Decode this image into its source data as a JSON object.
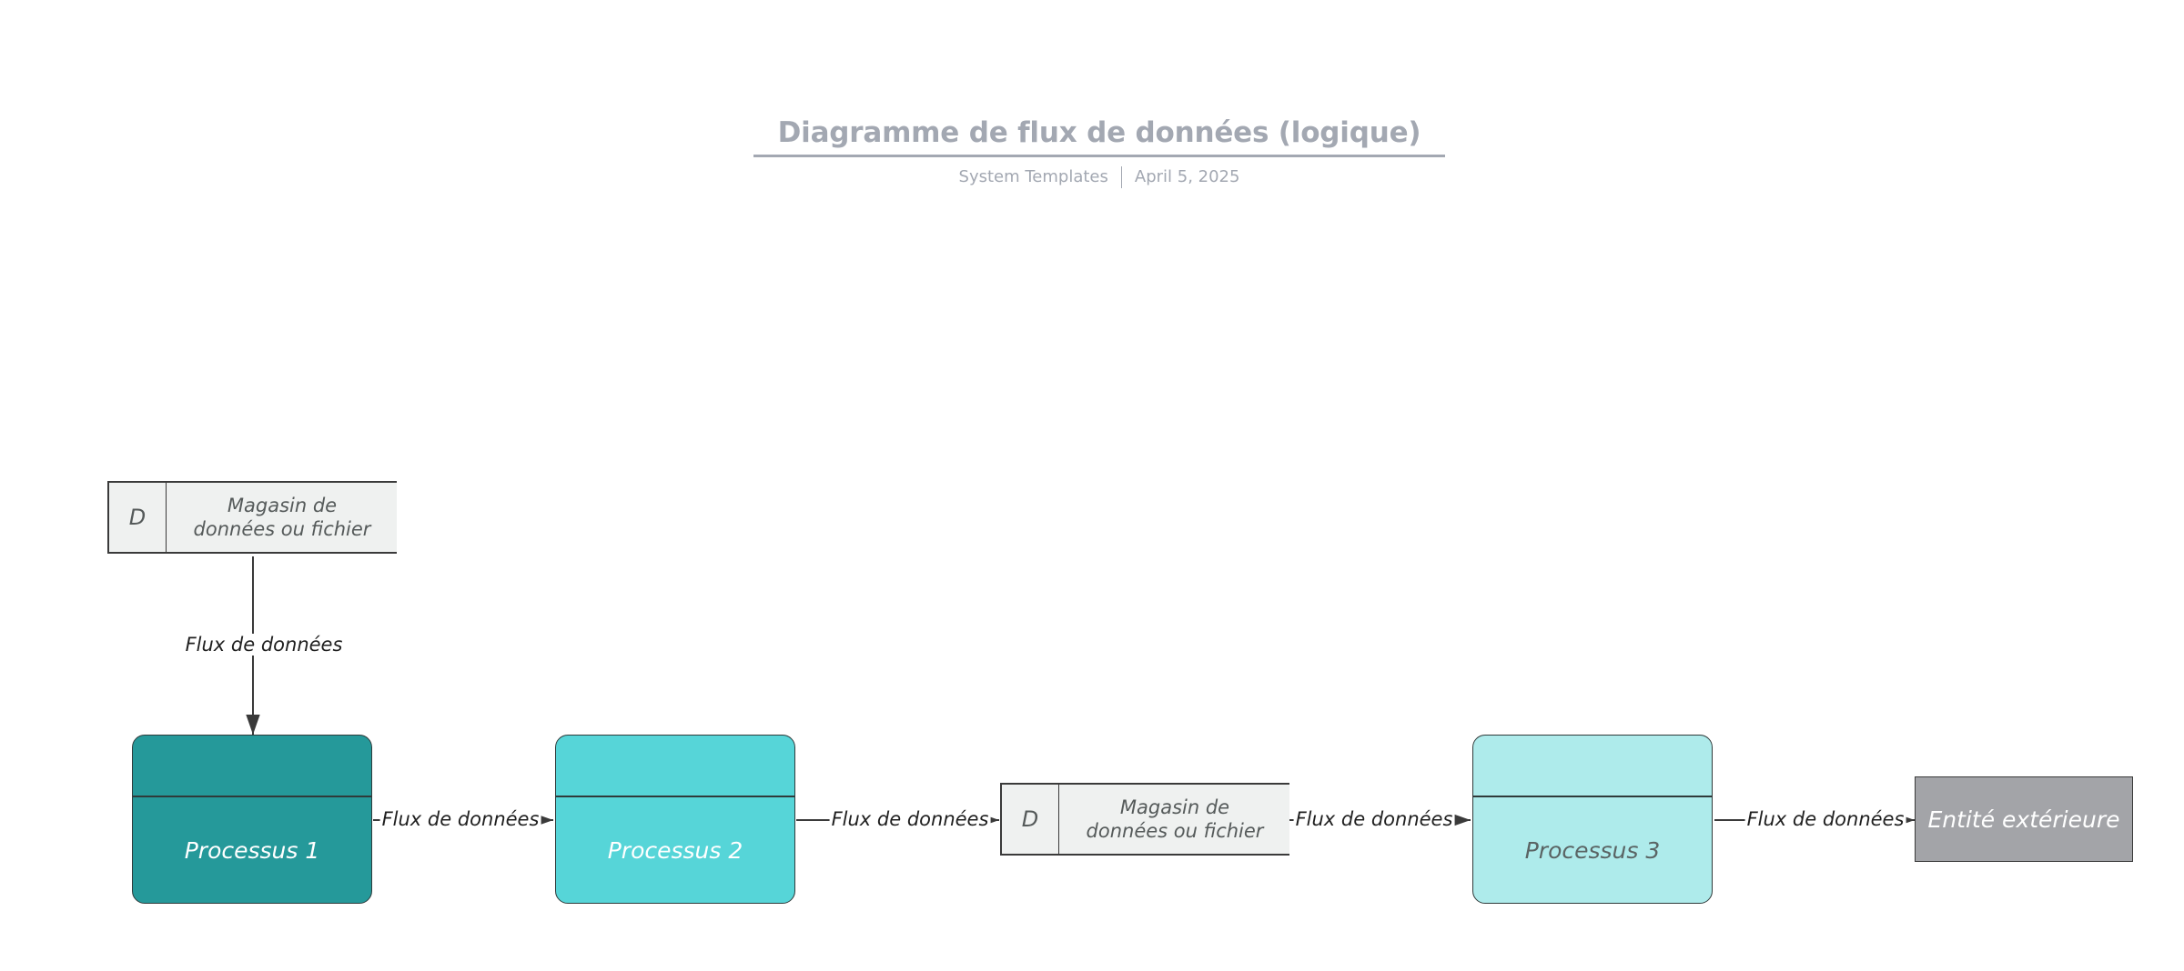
{
  "header": {
    "title": "Diagramme de flux de données (logique)",
    "author": "System Templates",
    "date": "April 5, 2025"
  },
  "stores": [
    {
      "id_label": "D",
      "name": "Magasin de données ou fichier"
    },
    {
      "id_label": "D",
      "name": "Magasin de données ou fichier"
    }
  ],
  "processes": [
    {
      "label": "Processus 1",
      "fill": "#25999a",
      "text_color": "#ffffff"
    },
    {
      "label": "Processus 2",
      "fill": "#56d5d8",
      "text_color": "#ffffff"
    },
    {
      "label": "Processus 3",
      "fill": "#aeebeb",
      "text_color": "#5a6464"
    }
  ],
  "entity": {
    "label": "Entité extérieure",
    "fill": "#a3a4a8"
  },
  "flows": [
    {
      "label": "Flux de données"
    },
    {
      "label": "Flux de données"
    },
    {
      "label": "Flux de données"
    },
    {
      "label": "Flux de données"
    },
    {
      "label": "Flux de données"
    }
  ],
  "colors": {
    "title_gray": "#a3a8b2",
    "stroke": "#3a3a3a",
    "store_fill": "#eff1f0"
  }
}
